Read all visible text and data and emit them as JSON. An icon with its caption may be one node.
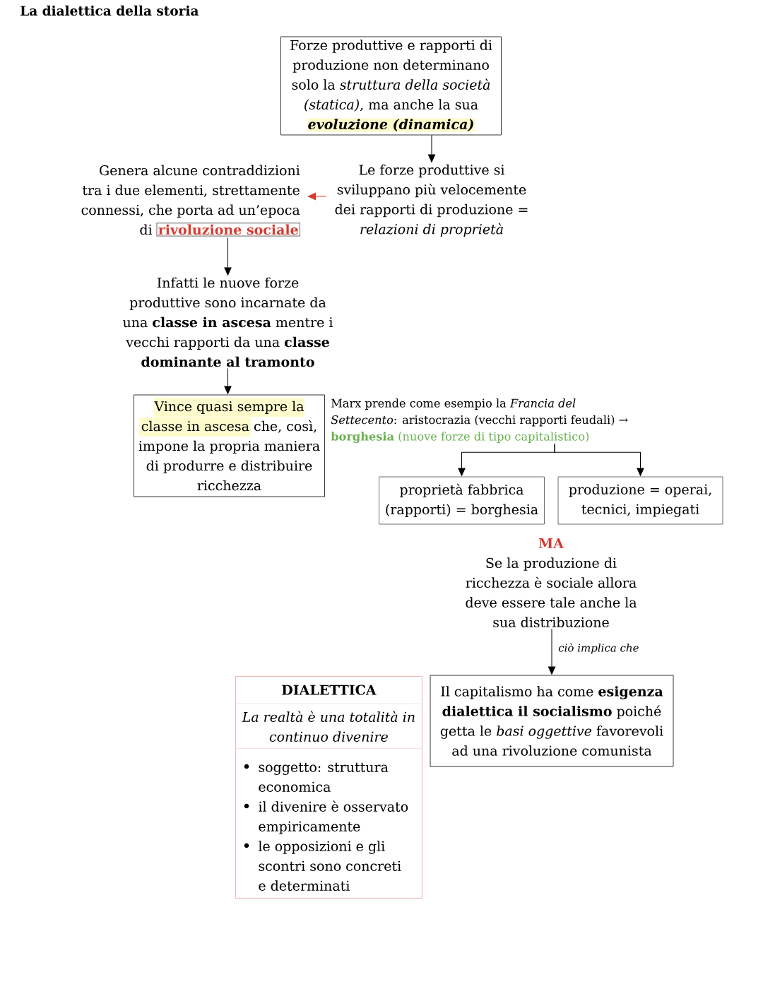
{
  "diagram": {
    "title": "La dialettica della storia",
    "nodes": [
      {
        "text": [
          "Forze produttive e rapporti di produzione non determinano solo la *struttura della società (statica)*, ma anche la sua **evoluzione (dinamica)**"
        ]
      },
      {
        "text": [
          "Genera alcune contraddizioni tra i due elementi, strettamente connessi, che porta ad un’epoca di **rivoluzione sociale**"
        ]
      },
      {
        "text": [
          "Le forze produttive si sviluppano più velocemente dei rapporti di produzione = *relazioni di proprietà*"
        ]
      },
      {
        "text": [
          "Infatti le nuove forze produttive sono incarnate da una **classe in ascesa** mentre i vecchi rapporti da una **classe dominante al tramonto**"
        ]
      },
      {
        "text": [
          "Vince quasi sempre la classe in ascesa che, così, impone la propria maniera di produrre e distribuire ricchezza"
        ]
      },
      {
        "text": [
          "Marx prende come esempio la *Francia del Settecento*: aristocrazia (vecchi rapporti feudali) →",
          "**borghesia** (nuove forze di tipo capitalistico)"
        ]
      },
      {
        "text": [
          "proprietà fabbrica (rapporti) = borghesia"
        ]
      },
      {
        "text": [
          "produzione = operai, tecnici, impiegati"
        ]
      },
      {
        "text": [
          "MA",
          "Se la produzione di ricchezza è sociale allora deve essere tale anche la sua distribuzione"
        ]
      },
      {
        "text": [
          "Il capitalismo ha come **esigenza dialettica il socialismo** poiché getta le *basi oggettive* favorevoli ad una rivoluzione comunista"
        ]
      },
      {
        "text": [
          "DIALETTICA",
          "La realtà è una totalità in continuo divenire",
          "soggetto: struttura economica",
          "il divenire è osservato empiricamente",
          "le opposizioni e gli scontri sono concreti e determinati"
        ]
      }
    ],
    "edges": [
      {
        "from": 0,
        "to": 2,
        "arrow": "to"
      },
      {
        "from": 2,
        "to": 1,
        "arrow": "to",
        "color": "#d63a2f"
      },
      {
        "from": 1,
        "to": 3,
        "arrow": "to"
      },
      {
        "from": 3,
        "to": 4,
        "arrow": "to"
      },
      {
        "from": 5,
        "to": 6,
        "arrow": "to"
      },
      {
        "from": 5,
        "to": 7,
        "arrow": "to"
      },
      {
        "from": 8,
        "to": 9,
        "arrow": "to",
        "label": "ciò implica che"
      }
    ]
  }
}
